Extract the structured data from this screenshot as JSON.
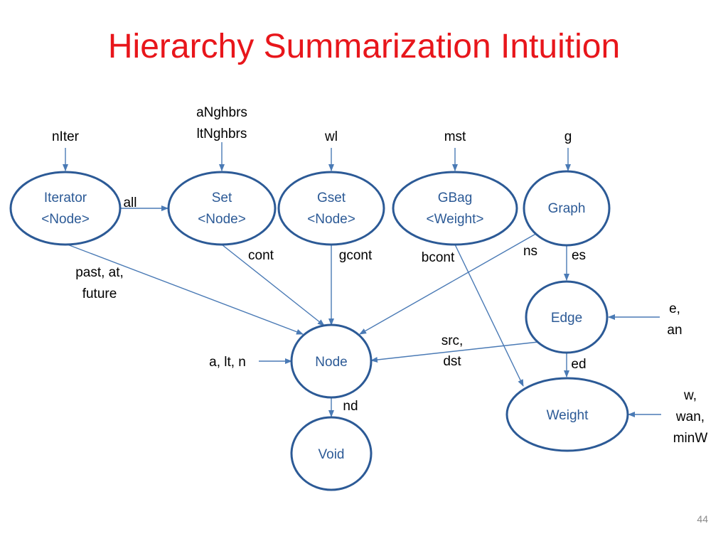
{
  "slide": {
    "title": "Hierarchy Summarization Intuition",
    "page_number": "44"
  },
  "colors": {
    "title": "#e8161b",
    "node_stroke": "#2c5a96",
    "node_text": "#2c5a96",
    "edge": "#4a7ab5",
    "label": "#000000"
  },
  "nodes": {
    "iterator": [
      "Iterator",
      "<Node>"
    ],
    "set": [
      "Set",
      "<Node>"
    ],
    "gset": [
      "Gset",
      "<Node>"
    ],
    "gbag": [
      "GBag",
      "<Weight>"
    ],
    "graph": [
      "Graph"
    ],
    "edge": [
      "Edge"
    ],
    "node": [
      "Node"
    ],
    "weight": [
      "Weight"
    ],
    "void": [
      "Void"
    ]
  },
  "labels": {
    "niter": "nIter",
    "anghbrs": "aNghbrs",
    "ltnghbrs": "ltNghbrs",
    "wl": "wl",
    "mst": "mst",
    "g": "g",
    "all": "all",
    "cont": "cont",
    "gcont": "gcont",
    "bcont": "bcont",
    "ns": "ns",
    "es": "es",
    "past_at": "past, at,",
    "future": "future",
    "e": "e,",
    "an": "an",
    "src": "src,",
    "dst": "dst",
    "a_lt_n": "a, lt, n",
    "ed": "ed",
    "nd": "nd",
    "w": "w,",
    "wan": "wan,",
    "minw": "minW"
  }
}
